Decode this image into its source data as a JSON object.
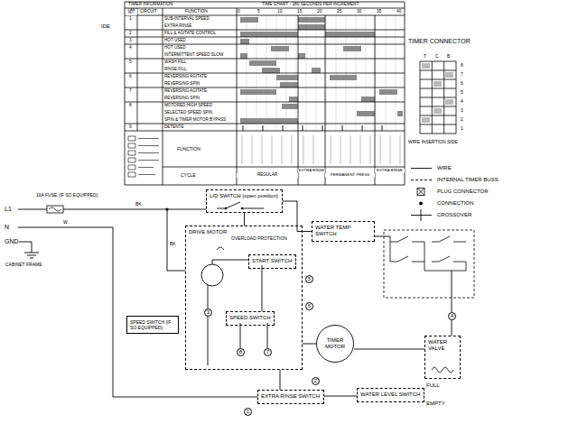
{
  "diagram": {
    "nodes": [
      {
        "text": [
          "LID SWITCH (open position)"
        ]
      },
      {
        "text": [
          "WATER TEMP SWITCH"
        ]
      },
      {
        "text": [
          "DRIVE MOTOR"
        ]
      },
      {
        "text": [
          "START SWITCH"
        ],
        "in": 2
      },
      {
        "text": [
          "SPEED SWITCH"
        ],
        "in": 2
      },
      {
        "text": [
          "SPEED SWITCH (IF SO EQUIPPED)"
        ]
      },
      {
        "text": [
          "TIMER MOTOR"
        ]
      },
      {
        "text": [
          "WATER VALVE"
        ]
      },
      {
        "text": [
          "EXTRA RINSE SWITCH"
        ]
      },
      {
        "text": [
          "WATER LEVEL SWITCH"
        ]
      }
    ],
    "edges": [
      {
        "from": 0,
        "to": 1,
        "arrow": "none"
      },
      {
        "from": 0,
        "to": 2,
        "arrow": "none"
      },
      {
        "from": 2,
        "to": 6,
        "arrow": "none"
      },
      {
        "from": 6,
        "to": 7,
        "arrow": "none"
      },
      {
        "from": 2,
        "to": 8,
        "arrow": "none"
      },
      {
        "from": 8,
        "to": 9,
        "arrow": "none"
      }
    ],
    "labels": [
      "IDE",
      "TIMER INFORMATION",
      "TIME CHART - 180 SECONDS PER INCREMENT",
      "CAM NO.",
      "CIRCUIT",
      "FUNCTION",
      "0",
      "5",
      "10",
      "15",
      "20",
      "25",
      "30",
      "35",
      "40",
      "1",
      "2",
      "3",
      "4",
      "5",
      "6",
      "7",
      "8",
      "9",
      "SUB-INTERVAL SPEED",
      "EXTRA RINSE",
      "FILL & AGITATE CONTROL",
      "HOT USED",
      "HOT USED",
      "INTERMITTENT SPEED SLOW",
      "WASH FILL",
      "RINSE FILL",
      "REVERSING AGITATE",
      "REVERSING SPIN",
      "REVERSING AGITATE",
      "REVERSING SPIN",
      "MOTORED HIGH SPEED",
      "SELECTED SPEED SPIN",
      "SPIN & TIMER MOTOR BYPASS",
      "DETENTE",
      "FUNCTION",
      "CYCLE",
      "REGULAR",
      "EXTRA RINSE",
      "PERMANENT PRESS",
      "EXTRA RINSE",
      "TIMER CONNECTOR",
      "T",
      "C",
      "B",
      "8",
      "7",
      "6",
      "5",
      "4",
      "3",
      "2",
      "1",
      "WIRE INSERTION SIDE",
      "L1",
      "N",
      "GND",
      "CABINET FRAME",
      "10A FUSE (IF SO EQUIPPED)",
      "BK",
      "W",
      "BK",
      "OVERLOAD PROTECTION",
      "3",
      "5",
      "6",
      "8",
      "7",
      "4",
      "1",
      "2",
      "FULL",
      "EMPTY"
    ],
    "legend": [
      {
        "text": "WIRE"
      },
      {
        "text": "INTERNAL TIMER BUSS"
      },
      {
        "text": "PLUG CONNECTOR"
      },
      {
        "text": "CONNECTION"
      },
      {
        "text": "CROSSOVER"
      }
    ]
  }
}
